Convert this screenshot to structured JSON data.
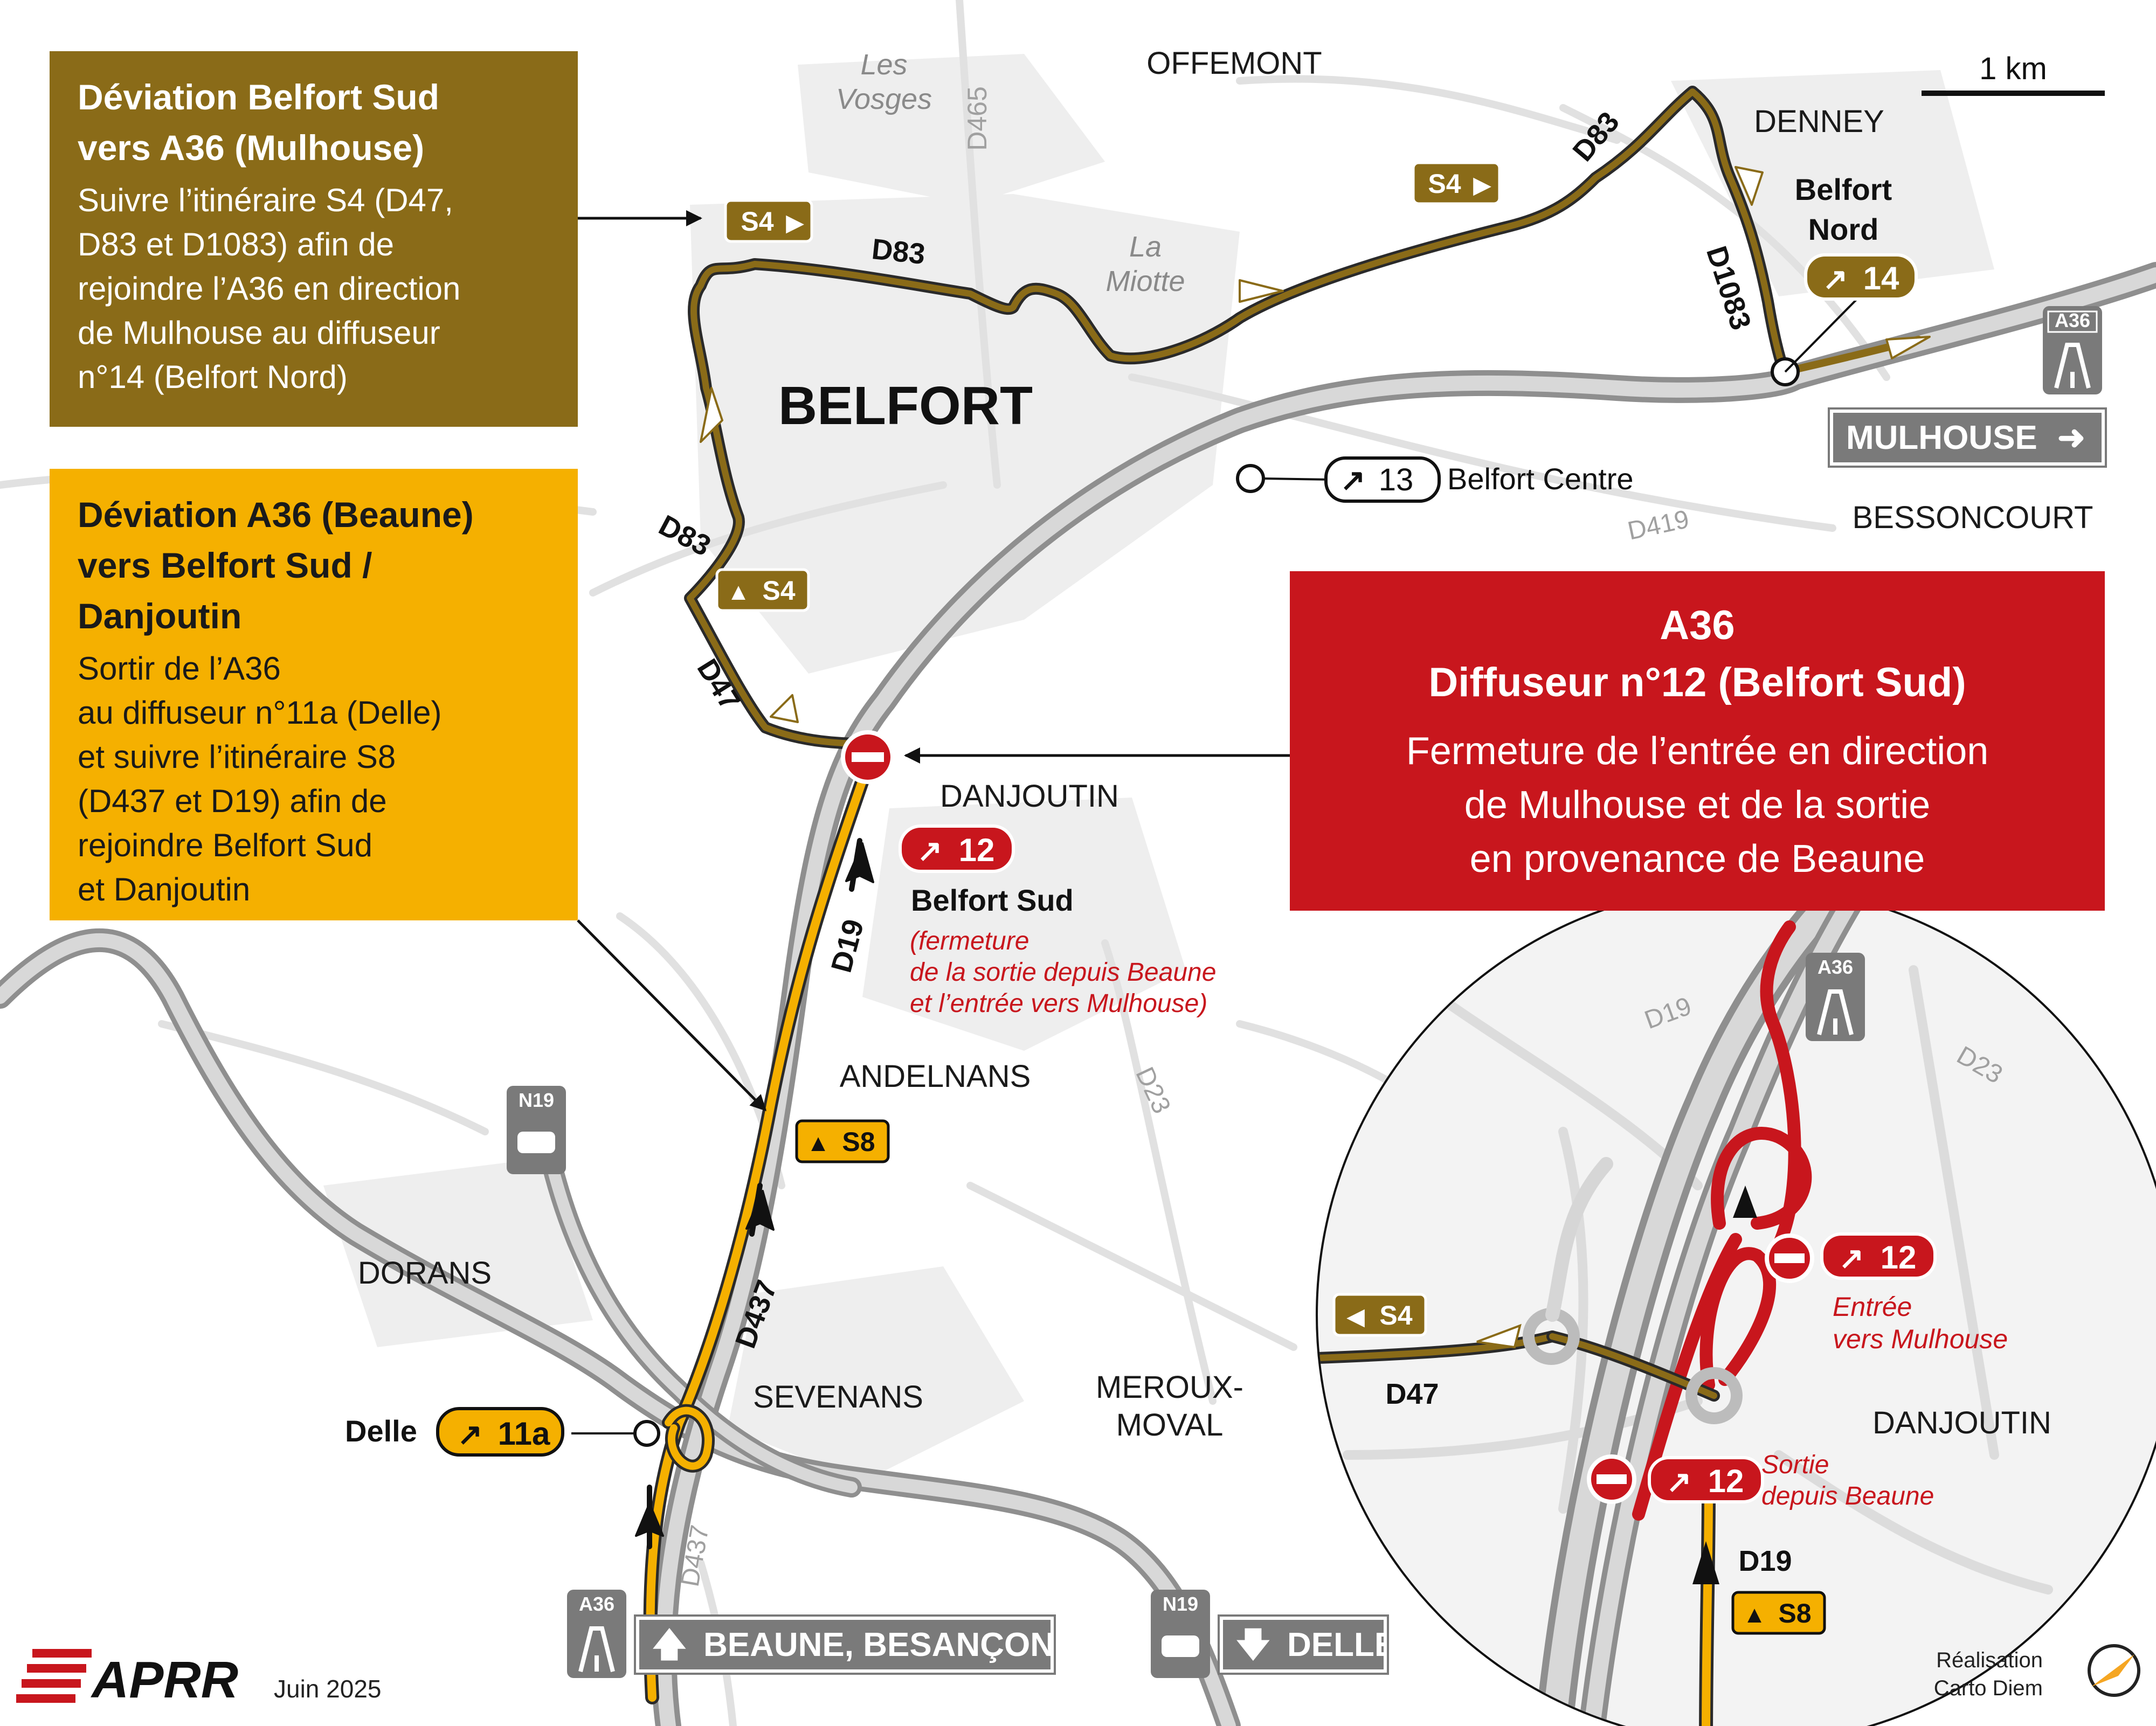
{
  "colors": {
    "deviation_s4": "#8a6b18",
    "deviation_s8": "#f5b000",
    "closure": "#c8161d",
    "motorway": "#9a9a9a",
    "roads": "#e4e4e4"
  },
  "places": {
    "offemont": "OFFEMONT",
    "les_vosges": "Les\nVosges",
    "denney": "DENNEY",
    "la_miotte": "La\nMiotte",
    "belfort": "BELFORT",
    "bessoncourt": "BESSONCOURT",
    "danjoutin": "DANJOUTIN",
    "andelnans": "ANDELNANS",
    "dorans": "DORANS",
    "sevenans": "SEVENANS",
    "meroux": "MEROUX-\nMOVAL"
  },
  "road_labels": {
    "d465": "D465",
    "d83_top": "D83",
    "d83_ne": "D83",
    "d1083": "D1083",
    "d83_west": "D83",
    "d47": "D47",
    "d19": "D19",
    "d437": "D437",
    "d437_south": "D437",
    "d23": "D23",
    "d419": "D419",
    "d19_inset": "D19",
    "d23_inset": "D23",
    "d47_inset": "D47",
    "d19_inset_south": "D19"
  },
  "route_badges": {
    "s4": "S4",
    "s8": "S8",
    "a36": "A36",
    "n19": "N19"
  },
  "exits": {
    "belfort_nord_name": "Belfort\nNord",
    "n14": "14",
    "n13": "13",
    "belfort_centre": "Belfort Centre",
    "n12": "12",
    "belfort_sud_name": "Belfort Sud",
    "belfort_sud_note": "(fermeture\nde la sortie depuis Beaune\net l’entrée vers Mulhouse)",
    "n11a": "11a",
    "delle_name": "Delle"
  },
  "inset": {
    "entree_note": "Entrée\nvers Mulhouse",
    "sortie_note": "Sortie\ndepuis Beaune"
  },
  "scale_label": "1 km",
  "directions": {
    "mulhouse": "MULHOUSE",
    "beaune": "BEAUNE, BESANÇON",
    "delle": "DELLE"
  },
  "box_s4": {
    "title": "Déviation Belfort Sud\nvers A36 (Mulhouse)",
    "body": "Suivre l’itinéraire S4 (D47,\nD83 et D1083) afin de\nrejoindre l’A36 en direction\nde Mulhouse au diffuseur\nn°14 (Belfort Nord)"
  },
  "box_s8": {
    "title": "Déviation A36 (Beaune)\nvers Belfort Sud /\nDanjoutin",
    "body": "Sortir de l’A36\nau diffuseur n°11a (Delle)\net suivre l’itinéraire S8\n(D437 et D19) afin de\nrejoindre Belfort Sud\net Danjoutin"
  },
  "box_closure": {
    "title": "A36\nDiffuseur n°12 (Belfort Sud)",
    "body": "Fermeture de l’entrée en direction\nde Mulhouse et de la sortie\nen provenance de Beaune"
  },
  "footer": {
    "logo": "APRR",
    "date": "Juin 2025",
    "credit": "Réalisation\nCarto Diem"
  }
}
